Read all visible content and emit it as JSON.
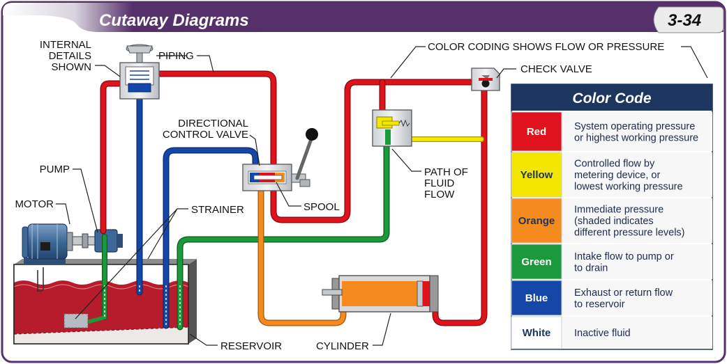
{
  "header": {
    "title": "Cutaway Diagrams",
    "page_number": "3-34"
  },
  "labels": {
    "internal_details": [
      "INTERNAL",
      "DETAILS",
      "SHOWN"
    ],
    "piping": "PIPING",
    "color_coding": "COLOR CODING SHOWS FLOW OR PRESSURE",
    "check_valve": "CHECK VALVE",
    "directional_control_valve": [
      "DIRECTIONAL",
      "CONTROL VALVE"
    ],
    "pump": "PUMP",
    "motor": "MOTOR",
    "strainer": "STRAINER",
    "spool": "SPOOL",
    "path_of_fluid_flow": [
      "PATH OF",
      "FLUID",
      "FLOW"
    ],
    "reservoir": "RESERVOIR",
    "cylinder": "CYLINDER"
  },
  "colors": {
    "red": "#e0121b",
    "yellow": "#f3e600",
    "orange": "#f58a1f",
    "green": "#1a9a3a",
    "blue": "#1447a8",
    "header": "#56306b",
    "navy": "#1d3660"
  },
  "color_code": {
    "title": "Color Code",
    "rows": [
      {
        "name": "Red",
        "color": "#e0121b",
        "text_color": "#ffffff",
        "desc": [
          "System operating pressure",
          "or highest working pressure"
        ]
      },
      {
        "name": "Yellow",
        "color": "#f3e600",
        "text_color": "#1d3660",
        "desc": [
          "Controlled flow by",
          "metering device, or",
          "lowest working pressure"
        ]
      },
      {
        "name": "Orange",
        "color": "#f58a1f",
        "text_color": "#1d3660",
        "desc": [
          "Immediate pressure",
          "(shaded indicates",
          "different pressure levels)"
        ]
      },
      {
        "name": "Green",
        "color": "#1a9a3a",
        "text_color": "#ffffff",
        "desc": [
          "Intake flow to pump or",
          "to drain"
        ]
      },
      {
        "name": "Blue",
        "color": "#1447a8",
        "text_color": "#ffffff",
        "desc": [
          "Exhaust or return flow",
          "to reservoir"
        ]
      },
      {
        "name": "White",
        "color": "#ffffff",
        "text_color": "#1d3660",
        "desc": [
          "Inactive fluid"
        ]
      }
    ]
  }
}
